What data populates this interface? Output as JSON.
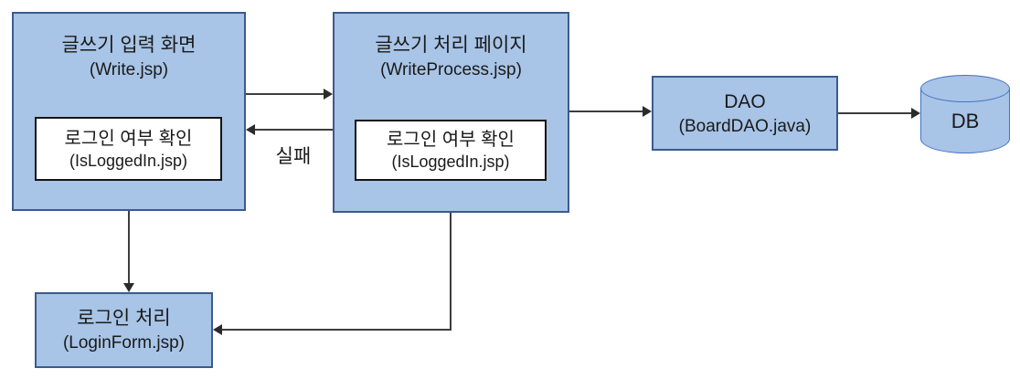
{
  "nodes": {
    "write": {
      "title": "글쓰기 입력 화면",
      "subtitle": "(Write.jsp)",
      "inner": {
        "title": "로그인 여부 확인",
        "subtitle": "(IsLoggedIn.jsp)"
      }
    },
    "write_process": {
      "title": "글쓰기 처리 페이지",
      "subtitle": "(WriteProcess.jsp)",
      "inner": {
        "title": "로그인 여부 확인",
        "subtitle": "(IsLoggedIn.jsp)"
      }
    },
    "dao": {
      "title": "DAO",
      "subtitle": "(BoardDAO.java)"
    },
    "db": {
      "title": "DB"
    },
    "login": {
      "title": "로그인 처리",
      "subtitle": "(LoginForm.jsp)"
    }
  },
  "edges": [
    {
      "from": "write",
      "to": "write_process",
      "label": ""
    },
    {
      "from": "write_process",
      "to": "write",
      "label": "실패"
    },
    {
      "from": "write_process",
      "to": "dao",
      "label": ""
    },
    {
      "from": "dao",
      "to": "db",
      "label": ""
    },
    {
      "from": "write",
      "to": "login",
      "label": ""
    },
    {
      "from": "write_process",
      "to": "login",
      "label": ""
    }
  ],
  "colors": {
    "node_fill": "#A8C4E6",
    "node_border": "#3B5B8E",
    "cylinder_border": "#4472C4",
    "inner_box_fill": "#FFFFFF",
    "inner_box_border": "#141414",
    "connector": "#3D3D3D",
    "text": "#1A1A1A",
    "background": "#FFFFFF"
  }
}
